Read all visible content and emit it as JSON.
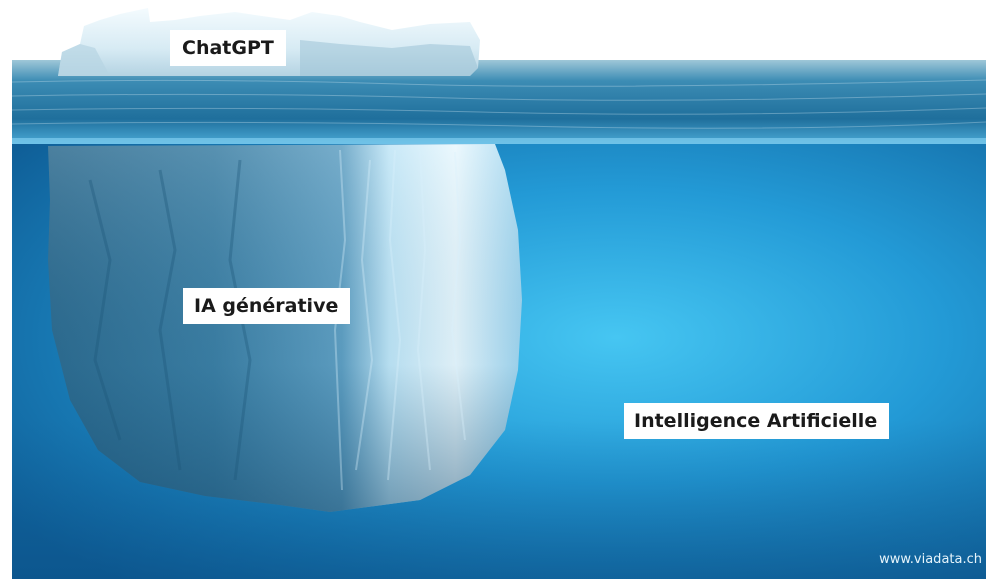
{
  "labels": {
    "tip": "ChatGPT",
    "middle": "IA générative",
    "base": "Intelligence Artificielle"
  },
  "watermark": "www.viadata.ch",
  "colors": {
    "sky": "#ffffff",
    "water_surface": "#2a8bbd",
    "water_deep": "#1576b4",
    "water_light": "#3fc1ef",
    "ice_dark": "#2f6f93",
    "ice_light": "#e8f6fd",
    "label_bg": "#ffffff",
    "label_text": "#1a1a1a"
  }
}
